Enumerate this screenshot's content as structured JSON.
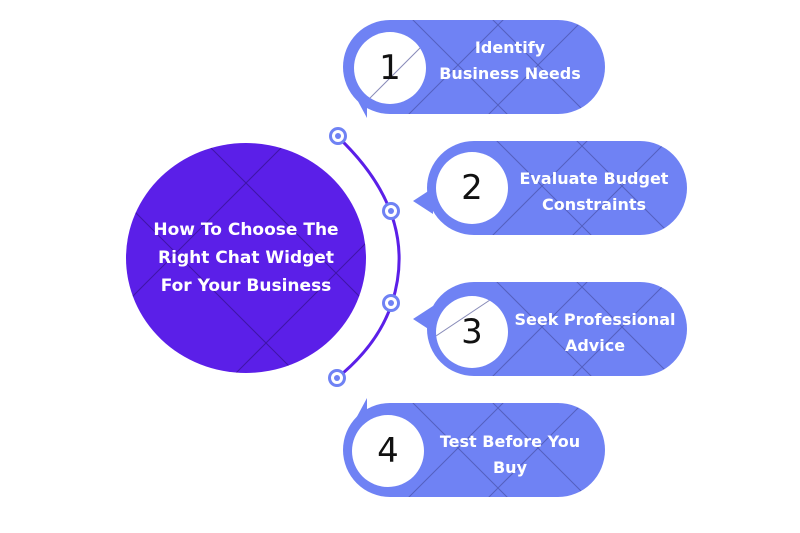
{
  "title": "How To Choose The\nRight Chat Widget\nFor Your Business",
  "steps": [
    {
      "number": "1",
      "label": "Identify\nBusiness Needs"
    },
    {
      "number": "2",
      "label": "Evaluate Budget\nConstraints"
    },
    {
      "number": "3",
      "label": "Seek Professional\nAdvice"
    },
    {
      "number": "4",
      "label": "Test Before You\nBuy"
    }
  ],
  "colors": {
    "center": "#5b1fe8",
    "pill": "#6f82f4",
    "arc": "#5b1fe8",
    "node_ring": "#6f82f4"
  }
}
